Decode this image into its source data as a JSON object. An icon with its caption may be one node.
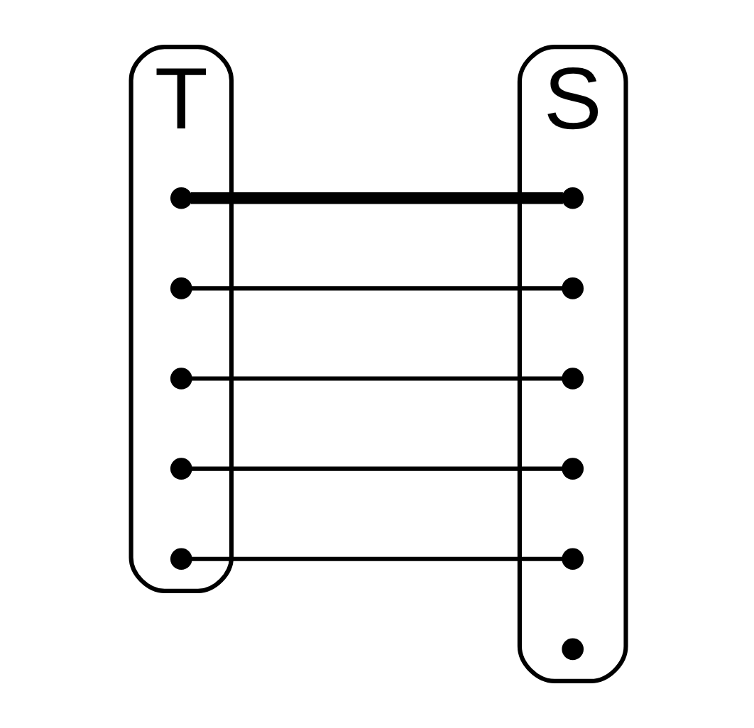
{
  "diagram": {
    "nodes": [
      {
        "text": [
          "T"
        ]
      },
      {
        "text": [],
        "shape": "circle",
        "in": 0
      },
      {
        "text": [],
        "shape": "circle",
        "in": 0
      },
      {
        "text": [],
        "shape": "circle",
        "in": 0
      },
      {
        "text": [],
        "shape": "circle",
        "in": 0
      },
      {
        "text": [],
        "shape": "circle",
        "in": 0
      },
      {
        "text": [
          "S"
        ]
      },
      {
        "text": [],
        "shape": "circle",
        "in": 6
      },
      {
        "text": [],
        "shape": "circle",
        "in": 6
      },
      {
        "text": [],
        "shape": "circle",
        "in": 6
      },
      {
        "text": [],
        "shape": "circle",
        "in": 6
      },
      {
        "text": [],
        "shape": "circle",
        "in": 6
      },
      {
        "text": [],
        "shape": "circle",
        "in": 6
      }
    ],
    "edges": [
      {
        "from": 1,
        "to": 7,
        "arrow": "none",
        "style": "thick"
      },
      {
        "from": 2,
        "to": 8,
        "arrow": "none"
      },
      {
        "from": 3,
        "to": 9,
        "arrow": "none"
      },
      {
        "from": 4,
        "to": 10,
        "arrow": "none"
      },
      {
        "from": 5,
        "to": 11,
        "arrow": "none"
      }
    ]
  }
}
